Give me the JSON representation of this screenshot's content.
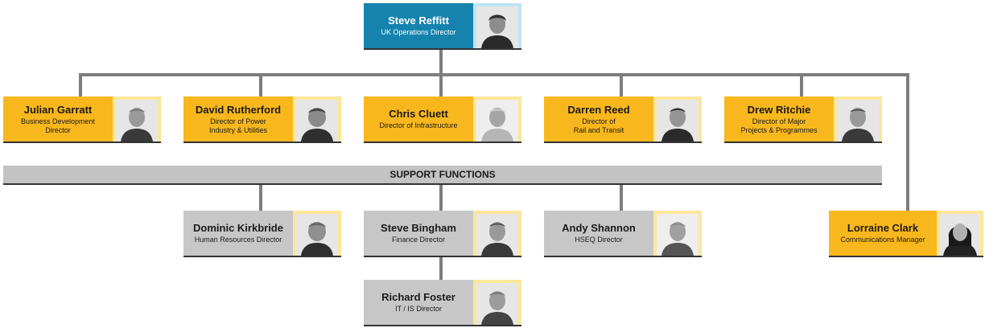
{
  "root": {
    "name": "Steve Reffitt",
    "title": "UK Operations Director",
    "color": "#1583ad"
  },
  "directors": [
    {
      "name": "Julian Garratt",
      "title": "Business Development\nDirector"
    },
    {
      "name": "David Rutherford",
      "title": "Director of Power\nIndustry & Utilities"
    },
    {
      "name": "Chris Cluett",
      "title": "Director of Infrastructure"
    },
    {
      "name": "Darren Reed",
      "title": "Director of\nRail and Transit"
    },
    {
      "name": "Drew Ritchie",
      "title": "Director of Major\nProjects & Programmes"
    }
  ],
  "comms": {
    "name": "Lorraine Clark",
    "title": "Communications Manager"
  },
  "support_bar": {
    "label": "SUPPORT FUNCTIONS"
  },
  "support": [
    {
      "name": "Dominic Kirkbride",
      "title": "Human Resources Director"
    },
    {
      "name": "Steve Bingham",
      "title": "Finance Director"
    },
    {
      "name": "Andy Shannon",
      "title": "HSEQ Director"
    }
  ],
  "sub_support": {
    "name": "Richard Foster",
    "title": "IT / IS Director"
  },
  "colors": {
    "director": "#f8b71d",
    "support": "#c7c7c7",
    "root": "#1583ad",
    "connector": "#7d7d7d"
  }
}
